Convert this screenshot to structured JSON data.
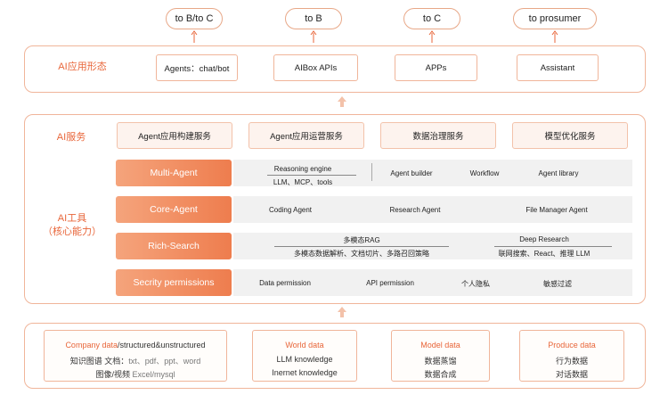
{
  "targets": [
    "to B/to C",
    "to B",
    "to C",
    "to prosumer"
  ],
  "app_layer": {
    "label": "AI应用形态",
    "items": [
      "Agents：chat/bot",
      "AIBox APIs",
      "APPs",
      "Assistant"
    ]
  },
  "services": {
    "label": "AI服务",
    "items": [
      "Agent应用构建服务",
      "Agent应用运营服务",
      "数据治理服务",
      "模型优化服务"
    ]
  },
  "tools": {
    "label_line1": "AI工具",
    "label_line2": "（核心能力）",
    "multi_agent": {
      "name": "Multi-Agent",
      "reasoning_title": "Reasoning engine",
      "reasoning_sub": "LLM、MCP、tools",
      "items": [
        "Agent builder",
        "Workflow",
        "Agent library"
      ]
    },
    "core_agent": {
      "name": "Core-Agent",
      "items": [
        "Coding Agent",
        "Research Agent",
        "File Manager Agent"
      ]
    },
    "rich_search": {
      "name": "Rich-Search",
      "rag_title": "多模态RAG",
      "rag_sub": "多模态数据解析、文档切片、多路召回策略",
      "deep_title": "Deep Research",
      "deep_sub": "联网搜索、React、推理 LLM"
    },
    "security": {
      "name": "Secrity permissions",
      "items": [
        "Data permission",
        "API permission",
        "个人隐私",
        "敏感过滤"
      ]
    }
  },
  "data_layer": {
    "company": {
      "title_highlight": "Company data",
      "title_rest": "/structured&unstructured",
      "line2_a": "知识图谱 文档：",
      "line2_b": "txt、pdf、ppt、word",
      "line3_a": "图像/视频 ",
      "line3_b": "Excel/mysql"
    },
    "world": {
      "title": "World data",
      "lines": [
        "LLM knowledge",
        "Inernet knowledge"
      ]
    },
    "model": {
      "title": "Model data",
      "lines": [
        "数据蒸馏",
        "数据合成"
      ]
    },
    "produce": {
      "title": "Produce data",
      "lines": [
        "行为数据",
        "对话数据"
      ]
    }
  },
  "colors": {
    "accent": "#e8663a",
    "border": "#f0b59a",
    "tool_gradient_start": "#f5a47c",
    "tool_gradient_end": "#ee7d4e",
    "bar": "#f1f1f1"
  },
  "icons": [
    "up-arrow-icon",
    "section-up-arrow-icon"
  ]
}
